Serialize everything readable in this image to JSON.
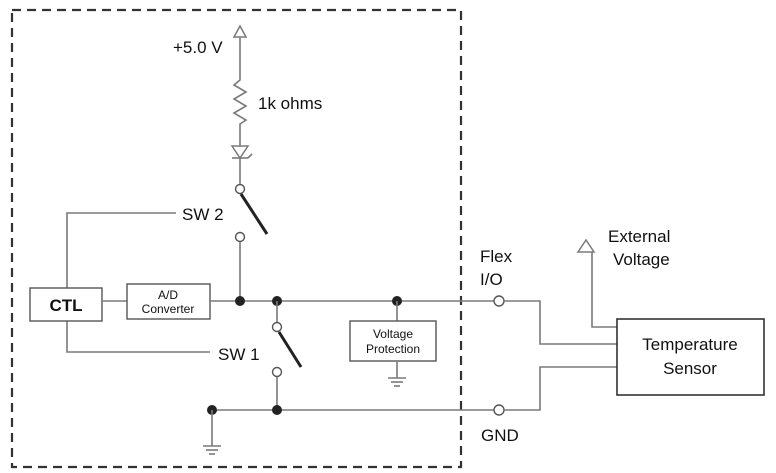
{
  "labels": {
    "supply": "+5.0 V",
    "resistor": "1k ohms",
    "sw2": "SW 2",
    "sw1": "SW 1",
    "ctl": "CTL",
    "adc_line1": "A/D",
    "adc_line2": "Converter",
    "vprot_line1": "Voltage",
    "vprot_line2": "Protection",
    "flex_line1": "Flex",
    "flex_line2": "I/O",
    "gnd": "GND",
    "ext_line1": "External",
    "ext_line2": "Voltage",
    "sensor_line1": "Temperature",
    "sensor_line2": "Sensor"
  },
  "colors": {
    "wire": "#7a7a7a",
    "dark": "#222222",
    "text": "#111111",
    "background": "#ffffff"
  }
}
